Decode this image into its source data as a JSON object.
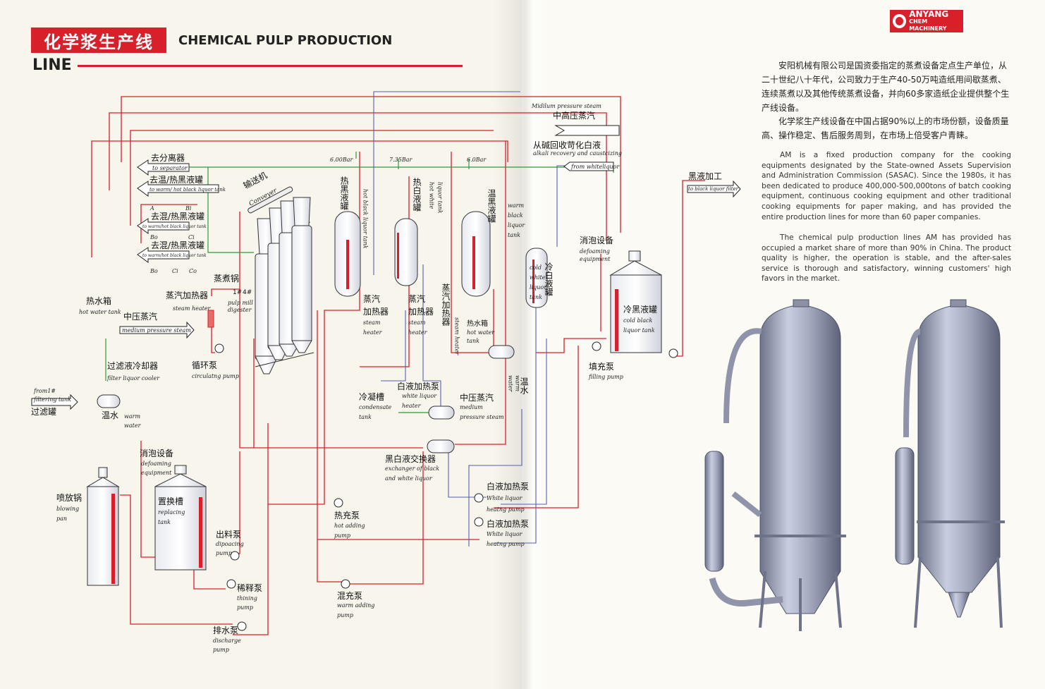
{
  "header": {
    "title_cn": "化学浆生产线",
    "title_en_line1": "CHEMICAL PULP PRODUCTION",
    "title_en_line2": "LINE"
  },
  "logo": {
    "brand": "ANYANG",
    "sub": "CHEM MACHINERY"
  },
  "intro": {
    "cn_p1": "安阳机械有限公司是国资委指定的蒸煮设备定点生产单位，从二十世纪八十年代，公司致力于生产40-50万吨造纸用间歇蒸煮、连续蒸煮以及其他传统蒸煮设备，并向60多家造纸企业提供整个生产线设备。",
    "cn_p2": "化学浆生产线设备在中国占据90%以上的市场份额，设备质量高、操作稳定、售后服务周到，在市场上倍受客户青睐。",
    "en_p1": "AM is a fixed production company for the cooking equipments designated by the State-owned Assets Supervision and Administration Commission (SASAC). Since the 1980s, it has been dedicated to produce 400,000-500,000tons of batch cooking equipment, continuous cooking equipment and other traditional cooking equipments for paper making, and has provided the entire production lines for more than 60 paper companies.",
    "en_p2": "The chemical pulp production lines AM has provided has occupied a market share of more than 90% in China. The product quality is higher, the operation is stable, and the after-sales service is thorough and satisfactory, winning customers' high favors in the market."
  },
  "labels": {
    "separator_cn": "去分离器",
    "separator_en": "to separator",
    "warm_hot_cn": "去温/热黑液罐",
    "warm_hot_en": "to warm/ hot black liquor tank",
    "a": "A",
    "bi": "Bi",
    "bo": "Bo",
    "ci": "Ci",
    "co": "Co",
    "mixed1_cn": "去混/热黑液罐",
    "mixed1_en": "to warm/hot black liquor tank",
    "mixed2_cn": "去混/热黑液罐",
    "mixed2_en": "to warm/hot black liquor tank",
    "conveyer_cn": "输送机",
    "conveyer_en": "Conveyer",
    "digester_cn": "蒸煮锅",
    "digester_no1": "1#",
    "digester_no4": "4#",
    "digester_en1": "pulp mill",
    "digester_en2": "digester",
    "hot_water_box_cn": "热水箱",
    "hot_water_box_en": "hot water tank",
    "steam_heater_cn": "蒸汽加热器",
    "steam_heater_en": "steam heater",
    "med_steam_cn": "中压蒸汽",
    "med_steam_en": "medium pressure steam",
    "circ_pump_cn": "循环泵",
    "circ_pump_en": "circulatng pump",
    "filter_cooler_cn": "过滤液冷却器",
    "filter_cooler_en": "filter liquor cooler",
    "from_filter_en1": "from1#",
    "from_filter_en2": "filtering tank",
    "from_filter_cn": "过滤罐",
    "warm_water_cn": "温水",
    "warm_water_en1": "warm",
    "warm_water_en2": "water",
    "defoam1_cn": "消泡设备",
    "defoam1_en1": "defoaming",
    "defoam1_en2": "equipment",
    "blow_cn": "喷放锅",
    "blow_en1": "blowing",
    "blow_en2": "pan",
    "replace_cn": "置换槽",
    "replace_en1": "replacing",
    "replace_en2": "tank",
    "discharge_pump_cn": "出料泵",
    "discharge_pump_en1": "dipoacing",
    "discharge_pump_en2": "pump",
    "thin_pump_cn": "稀释泵",
    "thin_pump_en1": "thining",
    "thin_pump_en2": "pump",
    "drain_pump_cn": "排水泵",
    "drain_pump_en1": "discharge",
    "drain_pump_en2": "pump",
    "bar1": "6.00Bar",
    "bar2": "7.35Bar",
    "bar3": "6.0Bar",
    "hbl_tank_cn": "热黑液罐",
    "hbl_tank_en": "hot black liquor tank",
    "steam_heater2_cn1": "蒸汽",
    "steam_heater2_cn2": "加热器",
    "steam_heater2_en1": "steam",
    "steam_heater2_en2": "heater",
    "hwl_tank_cn": "热白液罐",
    "hwl_tank_en1": "liquor tank",
    "hwl_tank_en2": "hot white",
    "steam_heater3_cn1": "蒸汽",
    "steam_heater3_cn2": "加热器",
    "steam_heater3_en1": "steam",
    "steam_heater3_en2": "heater",
    "wbl_tank_cn": "温黑液罐",
    "wbl_tank_en1": "warm",
    "wbl_tank_en2": "black",
    "wbl_tank_en3": "liquor",
    "wbl_tank_en4": "tank",
    "steam_heater4_cn": "蒸汽加热器",
    "steam_heater4_en": "steam heater",
    "hot_water_tank2_cn": "热水箱",
    "hot_water_tank2_en1": "hot water",
    "hot_water_tank2_en2": "tank",
    "cold_white_cn": "冷白液罐",
    "cold_white_en1": "cold",
    "cold_white_en2": "white",
    "cold_white_en3": "liquor",
    "cold_white_en4": "tank",
    "mid_high_steam_en": "Midilum pressure steam",
    "mid_high_steam_cn": "中高压蒸汽",
    "from_alkali_cn": "从碱回收苛化白液",
    "from_alkali_en": "alkali recovery and caustcizing",
    "from_whiteliquor": "from whiteliquor",
    "black_proc_cn": "黑液加工",
    "black_proc_en": "to black liquor filter",
    "defoam2_cn": "消泡设备",
    "defoam2_en1": "defoaming",
    "defoam2_en2": "equipment",
    "cold_black_cn": "冷黑液罐",
    "cold_black_en1": "cold black",
    "cold_black_en2": "liquor tank",
    "fill_pump_cn": "填充泵",
    "fill_pump_en": "filling pump",
    "warm_water2_cn": "温水",
    "warm_water2_en1": "warm",
    "warm_water2_en2": "water",
    "condense_cn": "冷凝槽",
    "condense_en1": "condensate",
    "condense_en2": "tank",
    "wl_heater_cn": "白液加热泵",
    "wl_heater_en1": "white liquor",
    "wl_heater_en2": "heater",
    "med_steam2_cn": "中压蒸汽",
    "med_steam2_en1": "medium",
    "med_steam2_en2": "pressure steam",
    "bw_exch_cn": "黑白液交换器",
    "bw_exch_en1": "exchanger of black",
    "bw_exch_en2": "and white liquor",
    "wl_pump1_cn": "白液加热泵",
    "wl_pump1_en1": "White liquor",
    "wl_pump1_en2": "heatng pump",
    "wl_pump2_cn": "白液加热泵",
    "wl_pump2_en1": "White liquor",
    "wl_pump2_en2": "heatng pump",
    "hot_add_cn": "热充泵",
    "hot_add_en1": "hot adding",
    "hot_add_en2": "pump",
    "mix_pump_cn": "混充泵",
    "mix_pump_en1": "warm adding",
    "mix_pump_en2": "pump"
  },
  "colors": {
    "accent": "#d8202a",
    "line_red": "#d8202a",
    "line_green": "#2e9b3a",
    "line_blue": "#5560b0",
    "vessel": "#9aa0b8"
  }
}
